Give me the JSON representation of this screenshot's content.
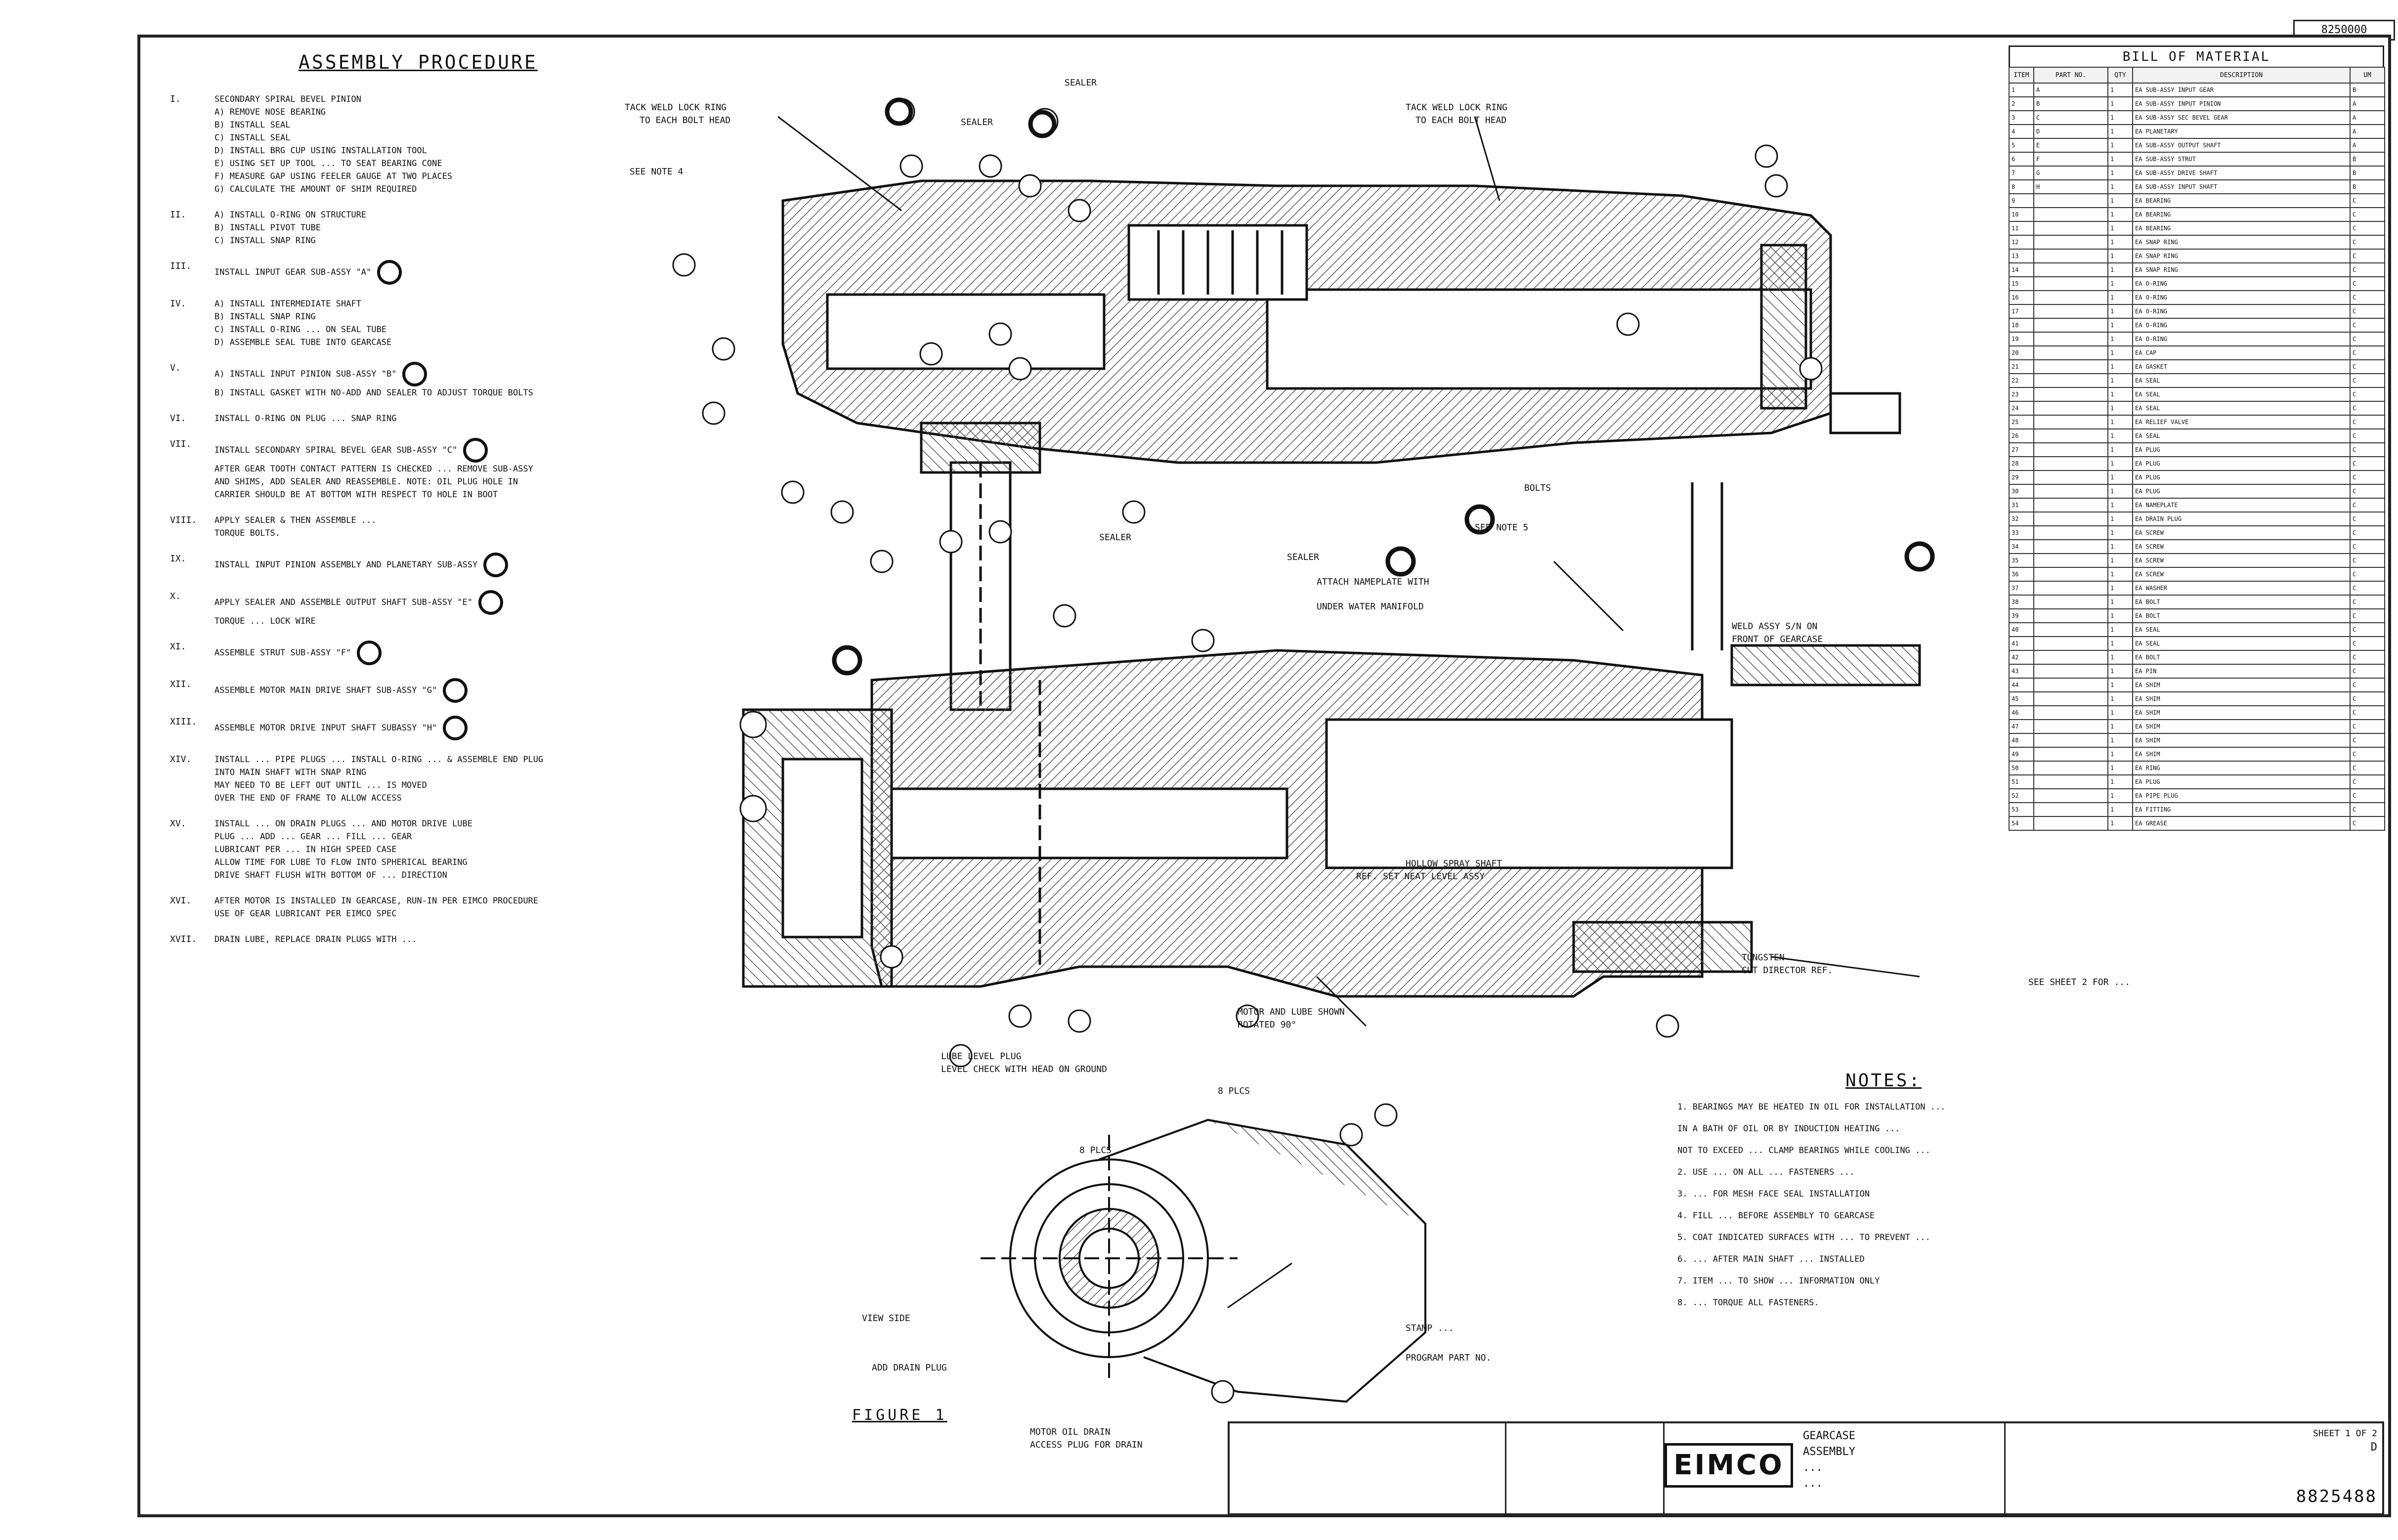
{
  "drawing_number_top": "8250000",
  "assembly": {
    "title": "ASSEMBLY PROCEDURE",
    "steps": [
      {
        "num": "I.",
        "lines": [
          "SECONDARY SPIRAL BEVEL PINION",
          "A) REMOVE NOSE BEARING",
          "B) INSTALL SEAL",
          "C) INSTALL SEAL",
          "D) INSTALL BRG CUP USING INSTALLATION TOOL",
          "E) USING SET UP TOOL ... TO SEAT BEARING CONE",
          "F) MEASURE GAP USING FEELER GAUGE AT TWO PLACES",
          "G) CALCULATE THE AMOUNT OF SHIM REQUIRED"
        ],
        "bubble": false
      },
      {
        "num": "II.",
        "lines": [
          "A) INSTALL O-RING ON STRUCTURE",
          "B) INSTALL PIVOT TUBE",
          "C) INSTALL SNAP RING"
        ],
        "bubble": false
      },
      {
        "num": "III.",
        "lines": [
          "INSTALL INPUT GEAR SUB-ASSY \"A\""
        ],
        "bubble": true
      },
      {
        "num": "IV.",
        "lines": [
          "A) INSTALL INTERMEDIATE SHAFT",
          "B) INSTALL SNAP RING",
          "C) INSTALL O-RING ... ON SEAL TUBE",
          "D) ASSEMBLE SEAL TUBE INTO GEARCASE"
        ],
        "bubble": false
      },
      {
        "num": "V.",
        "lines": [
          "A) INSTALL INPUT PINION SUB-ASSY \"B\"",
          "B) INSTALL GASKET WITH NO-ADD AND SEALER TO ADJUST TORQUE BOLTS"
        ],
        "bubble": true
      },
      {
        "num": "VI.",
        "lines": [
          "INSTALL O-RING ON PLUG ... SNAP RING"
        ],
        "bubble": false
      },
      {
        "num": "VII.",
        "lines": [
          "INSTALL SECONDARY SPIRAL BEVEL GEAR SUB-ASSY \"C\"",
          "AFTER GEAR TOOTH CONTACT PATTERN IS CHECKED ... REMOVE SUB-ASSY",
          "AND SHIMS, ADD SEALER AND REASSEMBLE. NOTE: OIL PLUG HOLE IN",
          "CARRIER SHOULD BE AT BOTTOM WITH RESPECT TO HOLE IN BOOT"
        ],
        "bubble": true
      },
      {
        "num": "VIII.",
        "lines": [
          "APPLY SEALER & THEN ASSEMBLE ... ",
          "TORQUE BOLTS."
        ],
        "bubble": false
      },
      {
        "num": "IX.",
        "lines": [
          "INSTALL INPUT PINION ASSEMBLY AND PLANETARY SUB-ASSY"
        ],
        "bubble": true
      },
      {
        "num": "X.",
        "lines": [
          "APPLY SEALER AND ASSEMBLE OUTPUT SHAFT SUB-ASSY \"E\"",
          "TORQUE ... LOCK WIRE"
        ],
        "bubble": true
      },
      {
        "num": "XI.",
        "lines": [
          "ASSEMBLE STRUT SUB-ASSY \"F\""
        ],
        "bubble": true
      },
      {
        "num": "XII.",
        "lines": [
          "ASSEMBLE MOTOR MAIN DRIVE SHAFT SUB-ASSY \"G\""
        ],
        "bubble": true
      },
      {
        "num": "XIII.",
        "lines": [
          "ASSEMBLE MOTOR DRIVE INPUT SHAFT SUBASSY \"H\""
        ],
        "bubble": true
      },
      {
        "num": "XIV.",
        "lines": [
          "INSTALL ... PIPE PLUGS ... INSTALL O-RING ... & ASSEMBLE END PLUG",
          "INTO MAIN SHAFT WITH SNAP RING",
          "MAY NEED TO BE LEFT OUT UNTIL ... IS MOVED",
          "OVER THE END OF FRAME TO ALLOW ACCESS"
        ],
        "bubble": false
      },
      {
        "num": "XV.",
        "lines": [
          "INSTALL ... ON DRAIN PLUGS ... AND MOTOR DRIVE LUBE",
          "PLUG ... ADD ... GEAR ... FILL ... GEAR",
          "LUBRICANT PER ... IN HIGH SPEED CASE",
          "ALLOW TIME FOR LUBE TO FLOW INTO SPHERICAL BEARING",
          "DRIVE SHAFT FLUSH WITH BOTTOM OF ... DIRECTION"
        ],
        "bubble": false
      },
      {
        "num": "XVI.",
        "lines": [
          "AFTER MOTOR IS INSTALLED IN GEARCASE, RUN-IN PER EIMCO PROCEDURE",
          "USE OF GEAR LUBRICANT PER EIMCO SPEC"
        ],
        "bubble": false
      },
      {
        "num": "XVII.",
        "lines": [
          "DRAIN LUBE, REPLACE DRAIN PLUGS WITH ... "
        ],
        "bubble": false
      }
    ]
  },
  "labels": {
    "sealer_top": "SEALER",
    "sealer_2": "SEALER",
    "sealer_3": "SEALER",
    "sealer_4": "SEALER",
    "tack_weld_1": "TACK WELD LOCK RING",
    "tack_weld_1b": "TO EACH BOLT HEAD",
    "tack_weld_2": "TACK WELD LOCK RING",
    "tack_weld_2b": "TO EACH BOLT HEAD",
    "see_note": "SEE NOTE 4",
    "see_note_5": "SEE NOTE 5",
    "attach_nameplate": "ATTACH NAMEPLATE WITH",
    "attach_nameplate_b": "UNDER WATER MANIFOLD",
    "weld_assy": "WELD ASSY S/N ON",
    "weld_assy_b": "FRONT OF GEARCASE",
    "spray_shaft": "HOLLOW SPRAY SHAFT",
    "spray_shaft_b": "REF. SET NEAT LEVEL ASSY",
    "motor_lube": "MOTOR AND LUBE SHOWN",
    "motor_lube_b": "ROTATED 90°",
    "tungsten": "TUNGSTEN",
    "tungsten_b": "CUT DIRECTOR REF.",
    "lube_level": "LUBE LEVEL PLUG",
    "lube_level_b": "LEVEL CHECK WITH HEAD ON GROUND",
    "bolts": "BOLTS",
    "view_note": "SEE SHEET 2 FOR ...",
    "places": "8 PLCS",
    "places_2": "8 PLCS",
    "view_side": "VIEW SIDE",
    "drain_plug": "ADD DRAIN PLUG",
    "stamp_text": "STAMP ...",
    "stamp_text_b": "PROGRAM PART NO.",
    "figure": "FIGURE 1",
    "oil_drain": "MOTOR OIL DRAIN",
    "oil_drain_b": "ACCESS PLUG FOR DRAIN"
  },
  "bom": {
    "title": "BILL OF MATERIAL",
    "headers": [
      "ITEM",
      "PART NO.",
      "QTY",
      "DESCRIPTION",
      "UM"
    ],
    "rows": [
      [
        "1",
        "A",
        "1",
        "EA SUB-ASSY INPUT GEAR",
        "B"
      ],
      [
        "2",
        "B",
        "1",
        "EA SUB-ASSY INPUT PINION",
        "A"
      ],
      [
        "3",
        "C",
        "1",
        "EA SUB-ASSY SEC BEVEL GEAR",
        "A"
      ],
      [
        "4",
        "D",
        "1",
        "EA PLANETARY",
        "A"
      ],
      [
        "5",
        "E",
        "1",
        "EA SUB-ASSY OUTPUT SHAFT",
        "A"
      ],
      [
        "6",
        "F",
        "1",
        "EA SUB-ASSY STRUT",
        "B"
      ],
      [
        "7",
        "G",
        "1",
        "EA SUB-ASSY DRIVE SHAFT",
        "B"
      ],
      [
        "8",
        "H",
        "1",
        "EA SUB-ASSY INPUT SHAFT",
        "B"
      ],
      [
        "9",
        "",
        "1",
        "EA BEARING",
        "C"
      ],
      [
        "10",
        "",
        "1",
        "EA BEARING",
        "C"
      ],
      [
        "11",
        "",
        "1",
        "EA BEARING",
        "C"
      ],
      [
        "12",
        "",
        "1",
        "EA SNAP RING",
        "C"
      ],
      [
        "13",
        "",
        "1",
        "EA SNAP RING",
        "C"
      ],
      [
        "14",
        "",
        "1",
        "EA SNAP RING",
        "C"
      ],
      [
        "15",
        "",
        "1",
        "EA O-RING",
        "C"
      ],
      [
        "16",
        "",
        "1",
        "EA O-RING",
        "C"
      ],
      [
        "17",
        "",
        "1",
        "EA O-RING",
        "C"
      ],
      [
        "18",
        "",
        "1",
        "EA O-RING",
        "C"
      ],
      [
        "19",
        "",
        "1",
        "EA O-RING",
        "C"
      ],
      [
        "20",
        "",
        "1",
        "EA CAP",
        "C"
      ],
      [
        "21",
        "",
        "1",
        "EA GASKET",
        "C"
      ],
      [
        "22",
        "",
        "1",
        "EA SEAL",
        "C"
      ],
      [
        "23",
        "",
        "1",
        "EA SEAL",
        "C"
      ],
      [
        "24",
        "",
        "1",
        "EA SEAL",
        "C"
      ],
      [
        "25",
        "",
        "1",
        "EA RELIEF VALVE",
        "C"
      ],
      [
        "26",
        "",
        "1",
        "EA SEAL",
        "C"
      ],
      [
        "27",
        "",
        "1",
        "EA PLUG",
        "C"
      ],
      [
        "28",
        "",
        "1",
        "EA PLUG",
        "C"
      ],
      [
        "29",
        "",
        "1",
        "EA PLUG",
        "C"
      ],
      [
        "30",
        "",
        "1",
        "EA PLUG",
        "C"
      ],
      [
        "31",
        "",
        "1",
        "EA NAMEPLATE",
        "C"
      ],
      [
        "32",
        "",
        "1",
        "EA DRAIN PLUG",
        "C"
      ],
      [
        "33",
        "",
        "1",
        "EA SCREW",
        "C"
      ],
      [
        "34",
        "",
        "1",
        "EA SCREW",
        "C"
      ],
      [
        "35",
        "",
        "1",
        "EA SCREW",
        "C"
      ],
      [
        "36",
        "",
        "1",
        "EA SCREW",
        "C"
      ],
      [
        "37",
        "",
        "1",
        "EA WASHER",
        "C"
      ],
      [
        "38",
        "",
        "1",
        "EA BOLT",
        "C"
      ],
      [
        "39",
        "",
        "1",
        "EA BOLT",
        "C"
      ],
      [
        "40",
        "",
        "1",
        "EA SEAL",
        "C"
      ],
      [
        "41",
        "",
        "1",
        "EA SEAL",
        "C"
      ],
      [
        "42",
        "",
        "1",
        "EA BOLT",
        "C"
      ],
      [
        "43",
        "",
        "1",
        "EA PIN",
        "C"
      ],
      [
        "44",
        "",
        "1",
        "EA SHIM",
        "C"
      ],
      [
        "45",
        "",
        "1",
        "EA SHIM",
        "C"
      ],
      [
        "46",
        "",
        "1",
        "EA SHIM",
        "C"
      ],
      [
        "47",
        "",
        "1",
        "EA SHIM",
        "C"
      ],
      [
        "48",
        "",
        "1",
        "EA SHIM",
        "C"
      ],
      [
        "49",
        "",
        "1",
        "EA SHIM",
        "C"
      ],
      [
        "50",
        "",
        "1",
        "EA RING",
        "C"
      ],
      [
        "51",
        "",
        "1",
        "EA PLUG",
        "C"
      ],
      [
        "52",
        "",
        "1",
        "EA PIPE PLUG",
        "C"
      ],
      [
        "53",
        "",
        "1",
        "EA FITTING",
        "C"
      ],
      [
        "54",
        "",
        "1",
        "EA GREASE",
        "C"
      ]
    ]
  },
  "notes": {
    "title": "NOTES:",
    "items": [
      "1. BEARINGS MAY BE HEATED IN OIL FOR INSTALLATION ...",
      "   IN A BATH OF OIL OR BY INDUCTION HEATING ...",
      "   NOT TO EXCEED ... CLAMP BEARINGS WHILE COOLING ...",
      "2. USE ... ON ALL ... FASTENERS ...",
      "3. ... FOR MESH FACE SEAL INSTALLATION",
      "4. FILL ... BEFORE ASSEMBLY TO GEARCASE",
      "5. COAT INDICATED SURFACES WITH ... TO PREVENT ...",
      "6. ... AFTER MAIN SHAFT ... INSTALLED",
      "7. ITEM ... TO SHOW ... INFORMATION ONLY",
      "8. ... TORQUE ALL FASTENERS."
    ]
  },
  "title_block": {
    "company": "EIMCO",
    "drawing_no": "8825488",
    "sheet": "SHEET 1 OF 2",
    "title_lines": [
      "GEARCASE",
      "ASSEMBLY",
      "...",
      "..."
    ],
    "rev": "D"
  },
  "colors": {
    "line": "#111111",
    "hatch": "#555555",
    "paper": "#ffffff"
  }
}
